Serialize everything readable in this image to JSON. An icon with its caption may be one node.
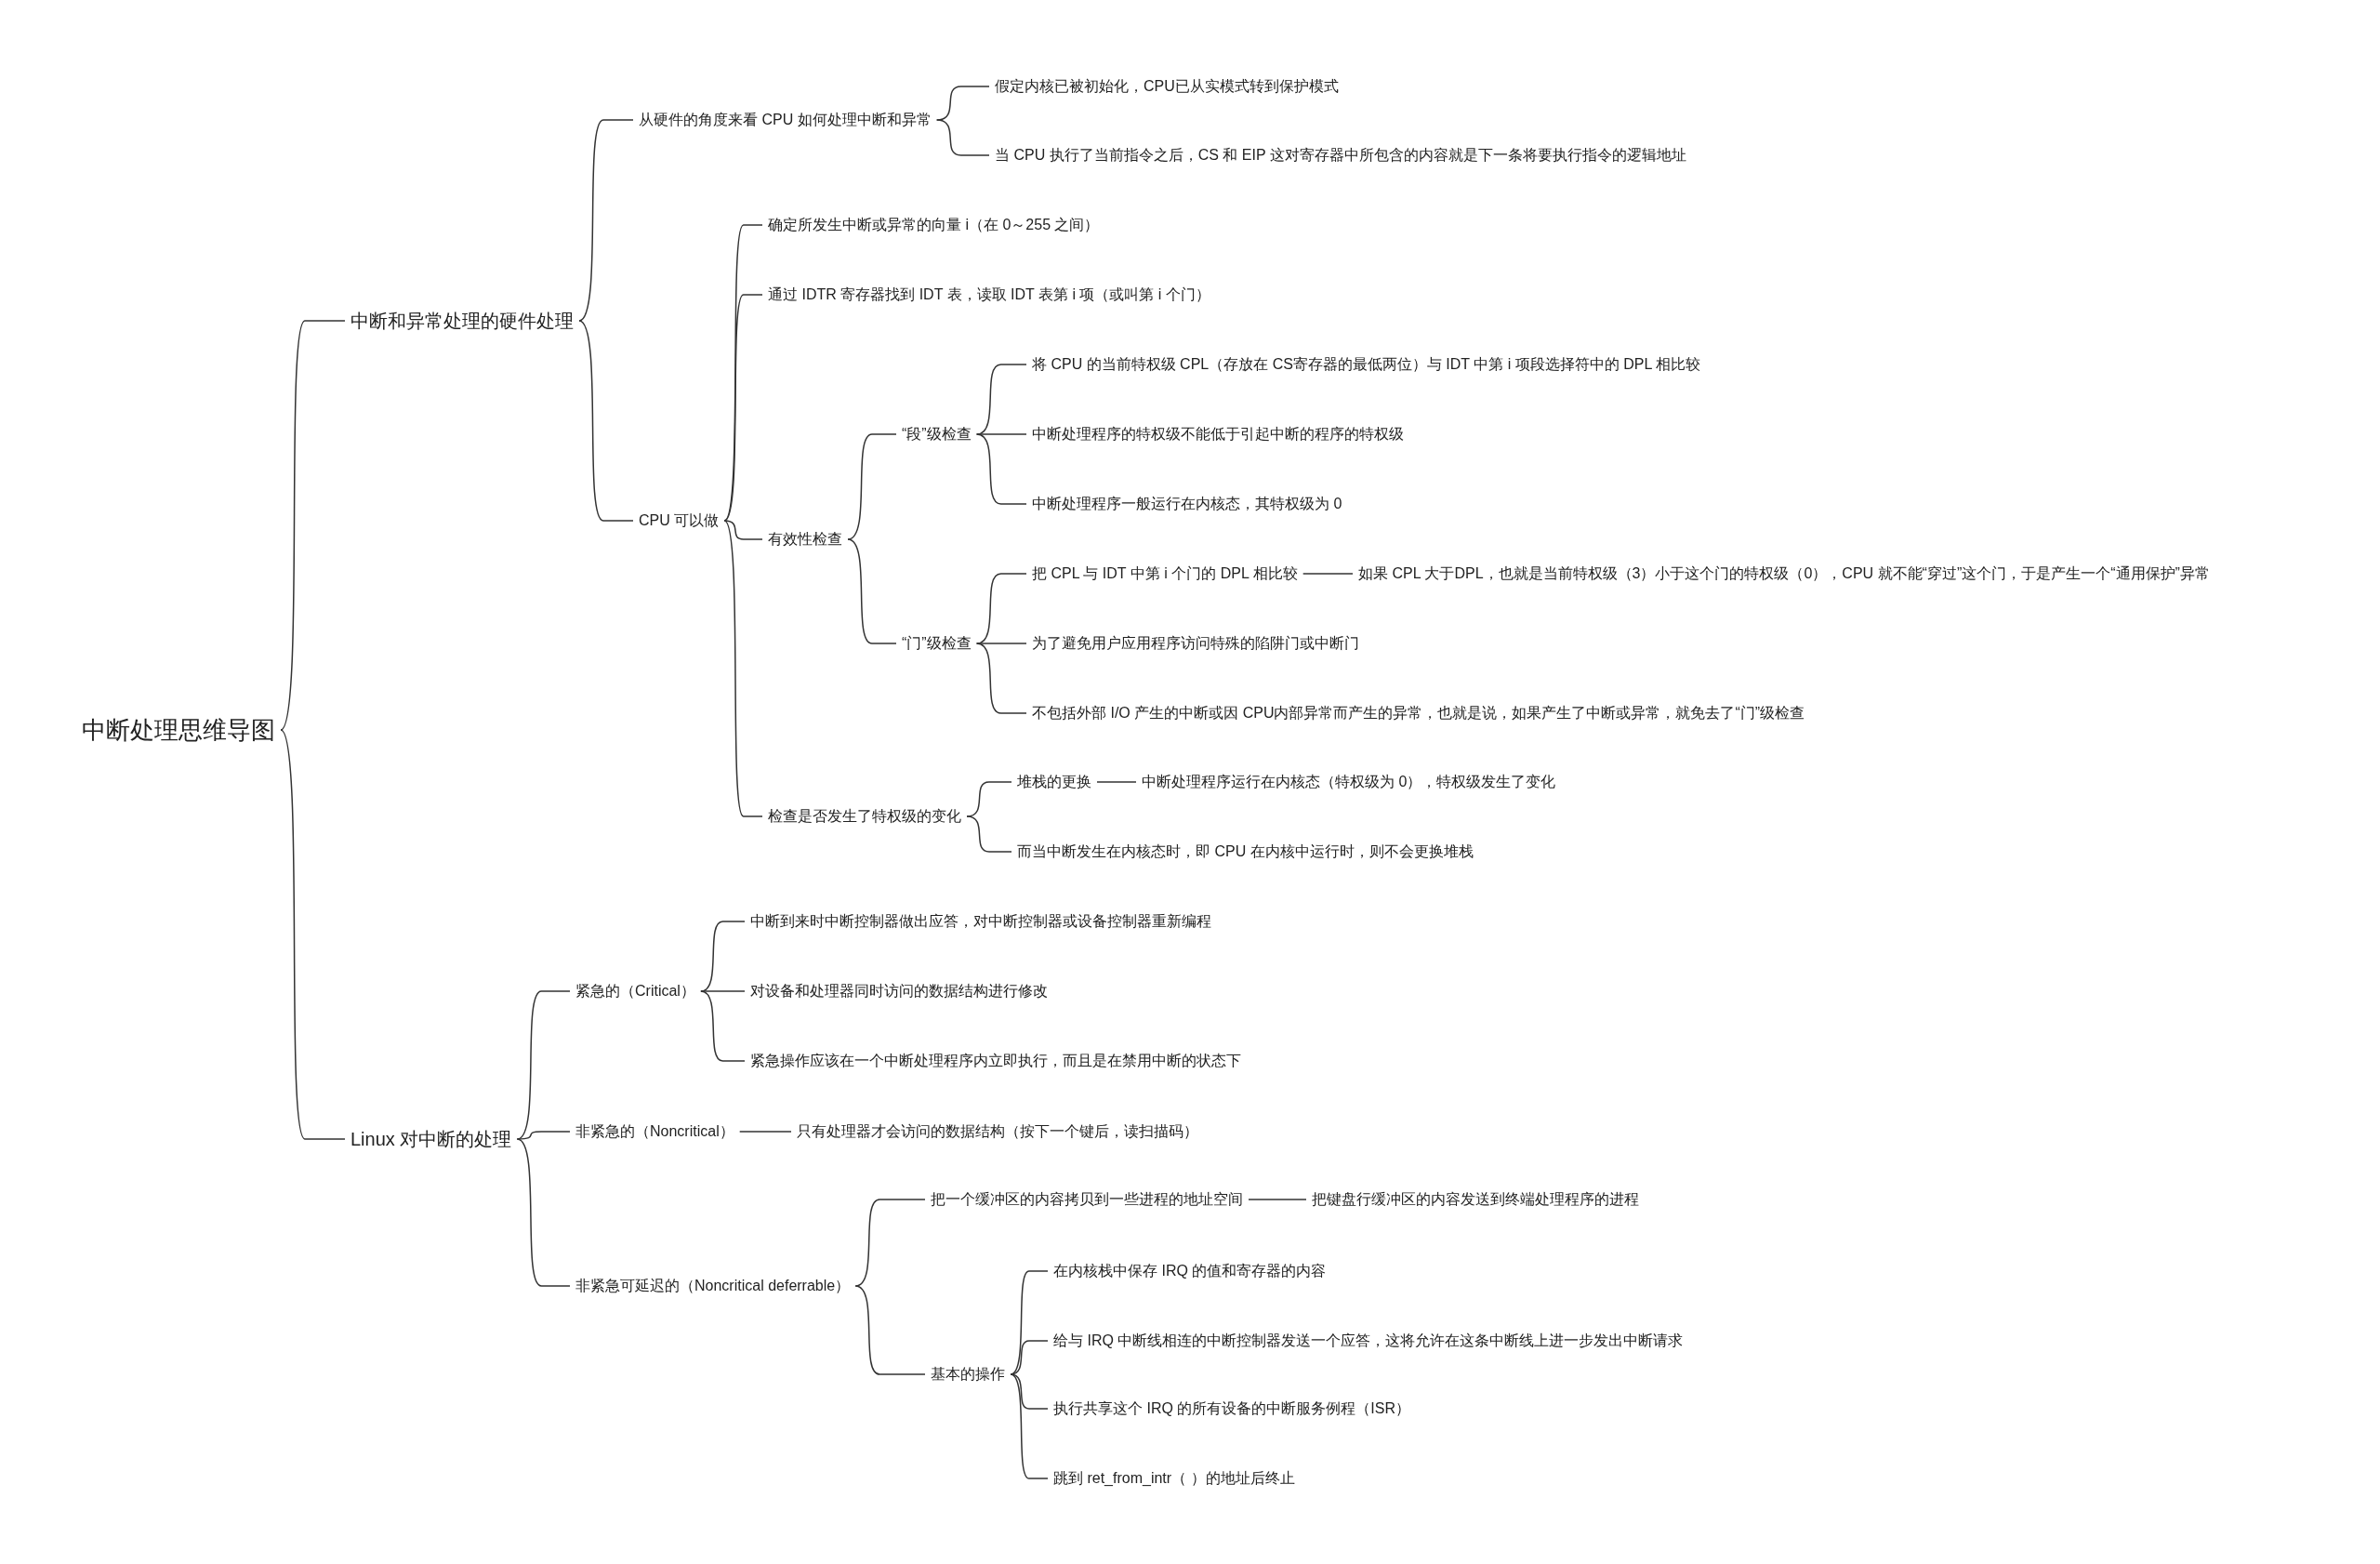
{
  "diagram": {
    "nodes": [
      {
        "text": [
          "中断处理思维导图"
        ]
      },
      {
        "text": [
          "中断和异常处理的硬件处理"
        ]
      },
      {
        "text": [
          "从硬件的角度来看 CPU 如何处理中断和异常"
        ]
      },
      {
        "text": [
          "假定内核已被初始化，CPU已从实模式转到保护模式"
        ]
      },
      {
        "text": [
          "当 CPU 执行了当前指令之后，CS 和 EIP 这对寄存器中所包含的内容就是下一条将要执行指令的逻辑地址"
        ]
      },
      {
        "text": [
          "CPU 可以做"
        ]
      },
      {
        "text": [
          "确定所发生中断或异常的向量 i（在 0～255 之间）"
        ]
      },
      {
        "text": [
          "通过 IDTR 寄存器找到 IDT 表，读取 IDT 表第 i 项（或叫第 i 个门）"
        ]
      },
      {
        "text": [
          "有效性检查"
        ]
      },
      {
        "text": [
          "“段”级检查"
        ]
      },
      {
        "text": [
          "将 CPU 的当前特权级 CPL（存放在 CS寄存器的最低两位）与 IDT 中第 i 项段选择符中的 DPL 相比较"
        ]
      },
      {
        "text": [
          "中断处理程序的特权级不能低于引起中断的程序的特权级"
        ]
      },
      {
        "text": [
          "中断处理程序一般运行在内核态，其特权级为 0"
        ]
      },
      {
        "text": [
          "“门”级检查"
        ]
      },
      {
        "text": [
          "把 CPL 与 IDT 中第 i 个门的 DPL 相比较"
        ]
      },
      {
        "text": [
          "如果 CPL 大于DPL，也就是当前特权级（3）小于这个门的特权级（0），CPU 就不能“穿过”这个门，于是产生一个“通用保护”异常"
        ]
      },
      {
        "text": [
          "为了避免用户应用程序访问特殊的陷阱门或中断门"
        ]
      },
      {
        "text": [
          "不包括外部 I/O 产生的中断或因 CPU内部异常而产生的异常，也就是说，如果产生了中断或异常，就免去了“门”级检查"
        ]
      },
      {
        "text": [
          "检查是否发生了特权级的变化"
        ]
      },
      {
        "text": [
          "堆栈的更换"
        ]
      },
      {
        "text": [
          "中断处理程序运行在内核态（特权级为 0），特权级发生了变化"
        ]
      },
      {
        "text": [
          "而当中断发生在内核态时，即 CPU 在内核中运行时，则不会更换堆栈"
        ]
      },
      {
        "text": [
          "Linux 对中断的处理"
        ]
      },
      {
        "text": [
          "紧急的（Critical）"
        ]
      },
      {
        "text": [
          "中断到来时中断控制器做出应答，对中断控制器或设备控制器重新编程"
        ]
      },
      {
        "text": [
          "对设备和处理器同时访问的数据结构进行修改"
        ]
      },
      {
        "text": [
          "紧急操作应该在一个中断处理程序内立即执行，而且是在禁用中断的状态下"
        ]
      },
      {
        "text": [
          "非紧急的（Noncritical）"
        ]
      },
      {
        "text": [
          "只有处理器才会访问的数据结构（按下一个键后，读扫描码）"
        ]
      },
      {
        "text": [
          "非紧急可延迟的（Noncritical deferrable）"
        ]
      },
      {
        "text": [
          "把一个缓冲区的内容拷贝到一些进程的地址空间"
        ]
      },
      {
        "text": [
          "把键盘行缓冲区的内容发送到终端处理程序的进程"
        ]
      },
      {
        "text": [
          "基本的操作"
        ]
      },
      {
        "text": [
          "在内核栈中保存 IRQ 的值和寄存器的内容"
        ]
      },
      {
        "text": [
          "给与 IRQ 中断线相连的中断控制器发送一个应答，这将允许在这条中断线上进一步发出中断请求"
        ]
      },
      {
        "text": [
          "执行共享这个 IRQ 的所有设备的中断服务例程（ISR）"
        ]
      },
      {
        "text": [
          "跳到 ret_from_intr（ ）的地址后终止"
        ]
      }
    ],
    "edges": [
      {
        "from": 0,
        "to": 1,
        "arrow": "none"
      },
      {
        "from": 1,
        "to": 2,
        "arrow": "none"
      },
      {
        "from": 2,
        "to": 3,
        "arrow": "none"
      },
      {
        "from": 2,
        "to": 4,
        "arrow": "none"
      },
      {
        "from": 1,
        "to": 5,
        "arrow": "none"
      },
      {
        "from": 5,
        "to": 6,
        "arrow": "none"
      },
      {
        "from": 5,
        "to": 7,
        "arrow": "none"
      },
      {
        "from": 5,
        "to": 8,
        "arrow": "none"
      },
      {
        "from": 8,
        "to": 9,
        "arrow": "none"
      },
      {
        "from": 9,
        "to": 10,
        "arrow": "none"
      },
      {
        "from": 9,
        "to": 11,
        "arrow": "none"
      },
      {
        "from": 9,
        "to": 12,
        "arrow": "none"
      },
      {
        "from": 8,
        "to": 13,
        "arrow": "none"
      },
      {
        "from": 13,
        "to": 14,
        "arrow": "none"
      },
      {
        "from": 14,
        "to": 15,
        "arrow": "none"
      },
      {
        "from": 13,
        "to": 16,
        "arrow": "none"
      },
      {
        "from": 13,
        "to": 17,
        "arrow": "none"
      },
      {
        "from": 5,
        "to": 18,
        "arrow": "none"
      },
      {
        "from": 18,
        "to": 19,
        "arrow": "none"
      },
      {
        "from": 19,
        "to": 20,
        "arrow": "none"
      },
      {
        "from": 18,
        "to": 21,
        "arrow": "none"
      },
      {
        "from": 0,
        "to": 22,
        "arrow": "none"
      },
      {
        "from": 22,
        "to": 23,
        "arrow": "none"
      },
      {
        "from": 23,
        "to": 24,
        "arrow": "none"
      },
      {
        "from": 23,
        "to": 25,
        "arrow": "none"
      },
      {
        "from": 23,
        "to": 26,
        "arrow": "none"
      },
      {
        "from": 22,
        "to": 27,
        "arrow": "none"
      },
      {
        "from": 27,
        "to": 28,
        "arrow": "none"
      },
      {
        "from": 22,
        "to": 29,
        "arrow": "none"
      },
      {
        "from": 29,
        "to": 30,
        "arrow": "none"
      },
      {
        "from": 30,
        "to": 31,
        "arrow": "none"
      },
      {
        "from": 29,
        "to": 32,
        "arrow": "none"
      },
      {
        "from": 32,
        "to": 33,
        "arrow": "none"
      },
      {
        "from": 32,
        "to": 34,
        "arrow": "none"
      },
      {
        "from": 32,
        "to": 35,
        "arrow": "none"
      },
      {
        "from": 32,
        "to": 36,
        "arrow": "none"
      }
    ]
  }
}
